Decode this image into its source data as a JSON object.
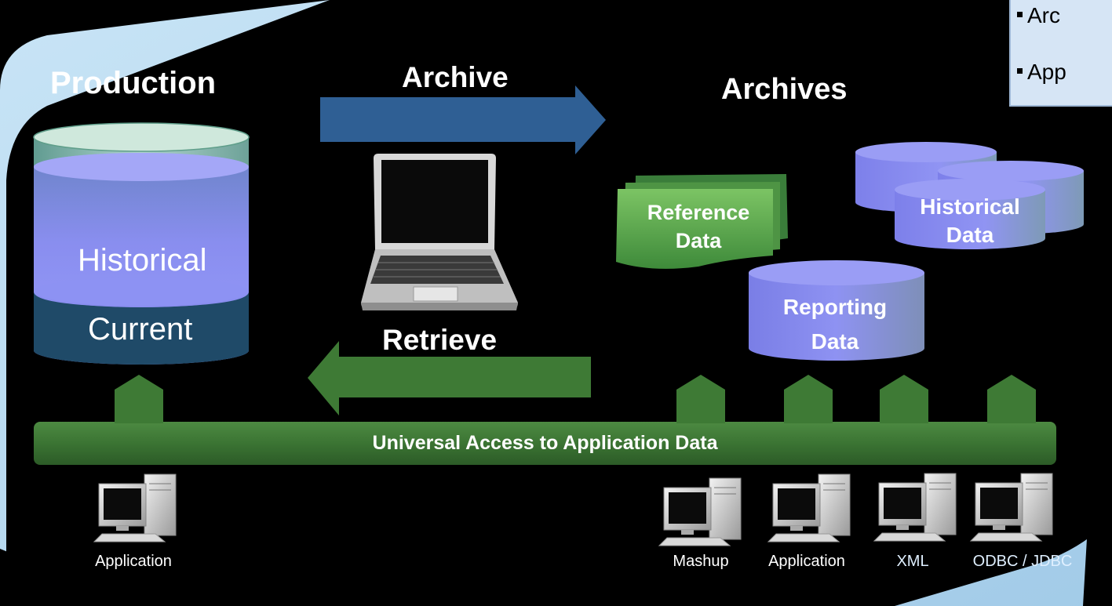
{
  "production": {
    "title": "Production",
    "historical": "Historical",
    "current": "Current"
  },
  "archive_arrow": {
    "label": "Archive"
  },
  "retrieve_arrow": {
    "label": "Retrieve"
  },
  "archives": {
    "title": "Archives",
    "reference_data": [
      "Reference",
      "Data"
    ],
    "historical_data": [
      "Historical",
      "Data"
    ],
    "reporting_data": [
      "Reporting",
      "Data"
    ]
  },
  "access_bar": {
    "label": "Universal Access to Application Data"
  },
  "clients": {
    "left": "Application",
    "right": [
      "Mashup",
      "Application",
      "XML",
      "ODBC / JDBC"
    ]
  },
  "callout": {
    "items": [
      "Arc",
      "App"
    ]
  },
  "colors": {
    "blue_arrow": "#2f5f94",
    "green": "#3e7a35",
    "cylinder_blue": "#8a8ef0",
    "current_dark": "#1f4a68",
    "reference_green": "#58a84c",
    "callout_bg": "#d6e5f5",
    "panel_light": "#a9d0ec"
  }
}
